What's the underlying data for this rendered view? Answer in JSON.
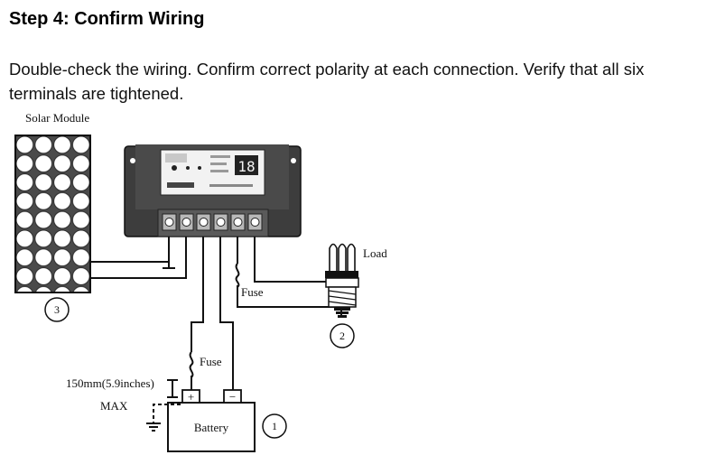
{
  "step_title": "Step 4: Confirm Wiring",
  "instructions": "Double-check the wiring. Confirm correct polarity at each connection. Verify that all six terminals are tightened.",
  "labels": {
    "solar_module": "Solar Module",
    "load": "Load",
    "fuse_load": "Fuse",
    "fuse_battery": "Fuse",
    "cable_length": "150mm(5.9inches)",
    "max": "MAX",
    "battery": "Battery",
    "battery_plus": "+",
    "battery_minus": "−"
  },
  "callouts": {
    "battery": "1",
    "load": "2",
    "solar": "3"
  },
  "controller": {
    "display_digits": "18",
    "terminal_count": 6
  }
}
